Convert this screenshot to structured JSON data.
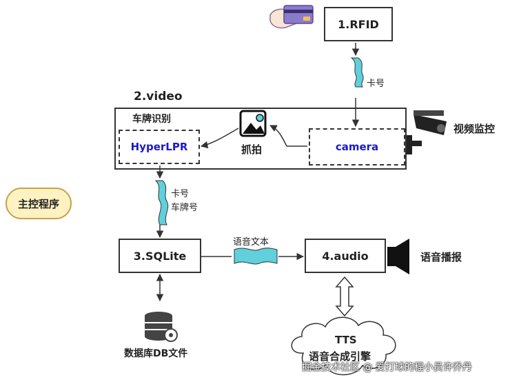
{
  "nodes": {
    "rfid": "1.RFID",
    "video_title": "2.video",
    "lpr_group": "车牌识别",
    "hyperlpr": "HyperLPR",
    "capture": "抓拍",
    "camera": "camera",
    "surveillance": "视频监控",
    "main_program": "主控程序",
    "sqlite": "3.SQLite",
    "audio": "4.audio",
    "speech_broadcast": "语音播报",
    "database_file": "数据库DB文件",
    "tts": "TTS",
    "tts_engine": "语音合成引擎"
  },
  "edges": {
    "card_no": "卡号",
    "card_no_2": "卡号",
    "plate_no": "车牌号",
    "speech_text": "语音文本"
  },
  "watermark": "掘金技术社区 @ 爱打球的程小员许乔丹",
  "colors": {
    "accent_blue": "#1a1acc",
    "ribbon": "#5fd0dc",
    "main_fill": "#fff2c2",
    "main_border": "#c8a24a"
  }
}
